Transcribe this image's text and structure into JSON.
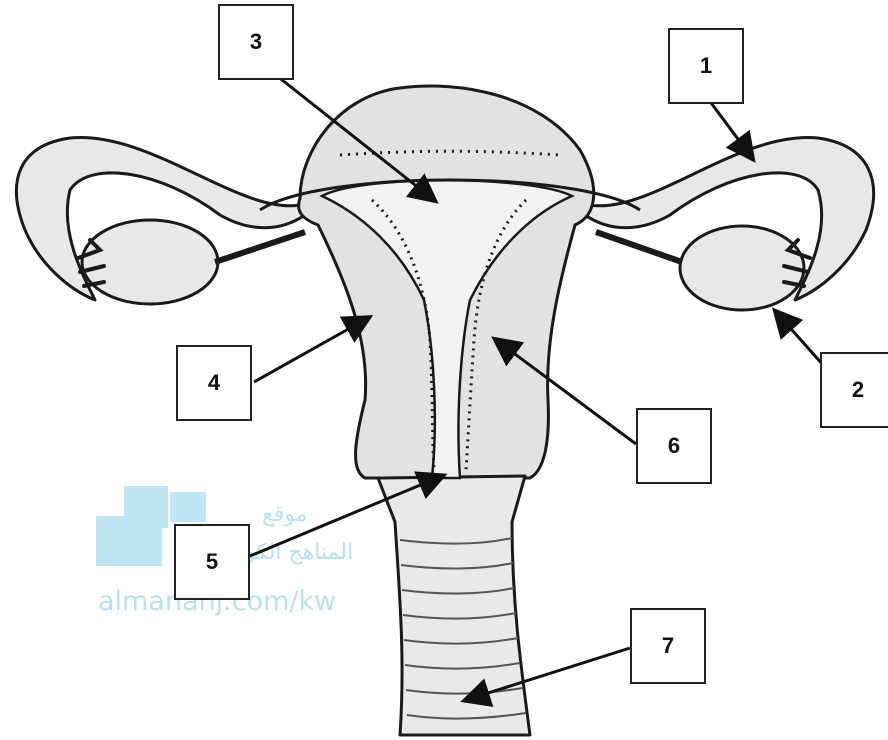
{
  "diagram": {
    "labels": [
      "1",
      "2",
      "3",
      "4",
      "5",
      "6",
      "7"
    ]
  },
  "watermark": {
    "site_arabic_line1": "موقع",
    "site_arabic_line2": "المناهج الكويتية",
    "site_url": "almanahj.com/kw",
    "color": "#9fd8ee"
  },
  "colors": {
    "outline": "#1a1a1a",
    "tissue": "#e6e6e6",
    "tissue_light": "#f1f1f1"
  }
}
